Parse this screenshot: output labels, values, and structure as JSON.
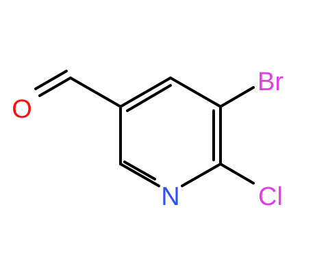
{
  "molecule": {
    "atoms": {
      "oxygen": {
        "symbol": "O",
        "color": "#ff0d0d"
      },
      "nitrogen": {
        "symbol": "N",
        "color": "#3050f8"
      },
      "bromine": {
        "symbol": "Br",
        "color": "#e040e0"
      },
      "chlorine": {
        "symbol": "Cl",
        "color": "#e040e0"
      }
    },
    "bond_color": "#000000"
  }
}
